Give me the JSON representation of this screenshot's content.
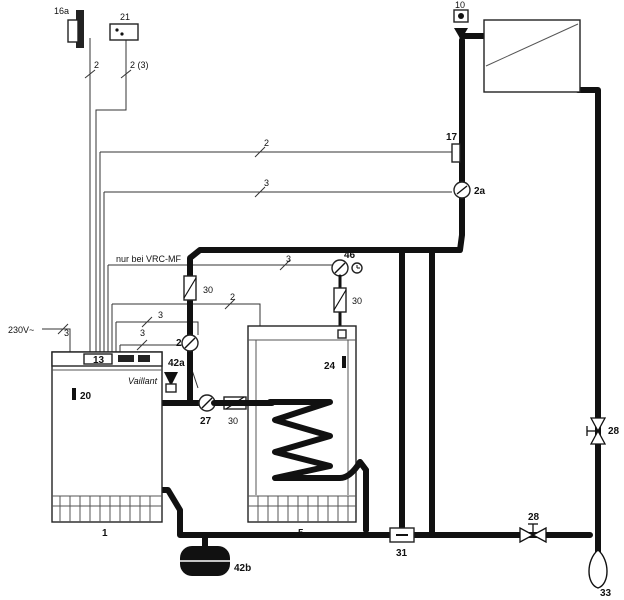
{
  "labels": {
    "thermostat_wall": "16a",
    "remote_control": "21",
    "outside_flow_valve": "10",
    "sensor_17": "17",
    "pump_2a": "2a",
    "pump_2": "2",
    "valve_42a": "42a",
    "boiler_panel": "13",
    "boiler_sensor": "20",
    "boiler": "1",
    "pump_27": "27",
    "check_valve_a": "30",
    "check_valve_b": "30",
    "check_valve_c": "30",
    "pump_46": "46",
    "tank_sensor": "24",
    "water_tank": "5",
    "tee_31": "31",
    "expansion_vessel": "42b",
    "valve_28_right": "28",
    "valve_28_bottom": "28",
    "vessel_33": "33",
    "voltage": "230V~",
    "vrc_note": "nur bei VRC-MF",
    "brand": "Vaillant"
  },
  "wire_counts": {
    "w_16a": "2",
    "w_21": "2 (3)",
    "w_17": "2",
    "w_2a": "3",
    "w_46": "3",
    "w_2": "2",
    "w_27": "3",
    "w_pump2": "3",
    "w_power": "3"
  }
}
